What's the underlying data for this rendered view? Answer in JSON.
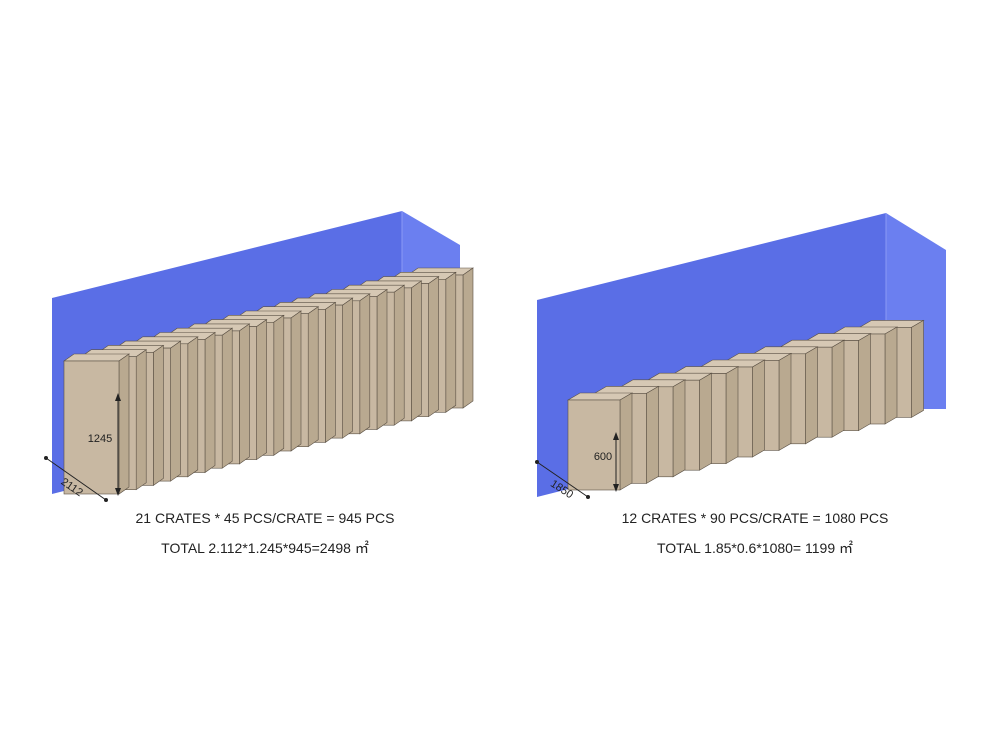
{
  "containers": [
    {
      "crates": 21,
      "height_label": "1245",
      "depth_label": "2112",
      "line1": "21 CRATES * 45 PCS/CRATE = 945 PCS",
      "line2": "TOTAL 2.112*1.245*945=2498 ㎡"
    },
    {
      "crates": 12,
      "height_label": "600",
      "depth_label": "1850",
      "line1": "12 CRATES * 90 PCS/CRATE = 1080 PCS",
      "line2": "TOTAL 1.85*0.6*1080= 1199 ㎡"
    }
  ],
  "colors": {
    "wall": "#5a6ee6",
    "wall_side": "#6b7ff0",
    "crate_front": "#c8b8a2",
    "crate_side": "#b9a990",
    "crate_top": "#d6c8b4",
    "outline": "#5a5044"
  }
}
